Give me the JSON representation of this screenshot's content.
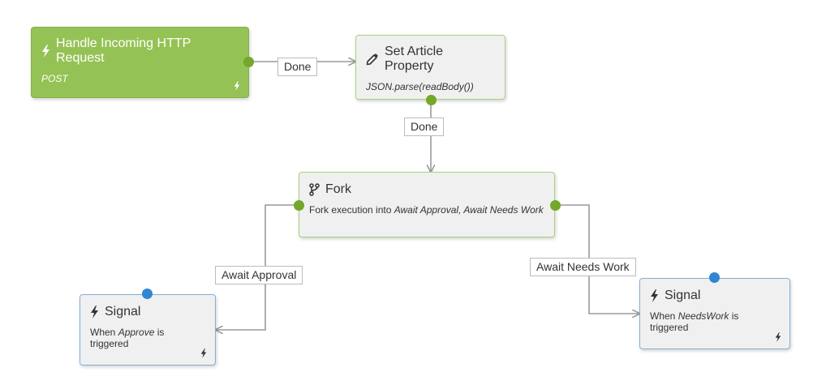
{
  "nodes": {
    "http_request": {
      "title": "Handle Incoming HTTP Request",
      "subtitle": "POST",
      "color": "#95c255"
    },
    "set_property": {
      "title": "Set Article Property",
      "subtitle": "JSON.parse(readBody())"
    },
    "fork": {
      "title": "Fork",
      "desc_prefix": "Fork execution into ",
      "desc_italic": "Await Approval, Await Needs Work"
    },
    "signal_approve": {
      "title": "Signal",
      "desc_prefix": "When ",
      "desc_italic": "Approve",
      "desc_suffix": " is triggered"
    },
    "signal_needs_work": {
      "title": "Signal",
      "desc_prefix": "When ",
      "desc_italic": "NeedsWork",
      "desc_suffix": " is triggered"
    }
  },
  "connections": {
    "done_1": "Done",
    "done_2": "Done",
    "await_approval": "Await Approval",
    "await_needs_work": "Await Needs Work"
  },
  "colors": {
    "port_green": "#74a72a",
    "port_blue": "#2f86d4",
    "wire": "#9a9a9a"
  },
  "icons": [
    "bolt-icon",
    "pencil-icon",
    "fork-icon"
  ]
}
